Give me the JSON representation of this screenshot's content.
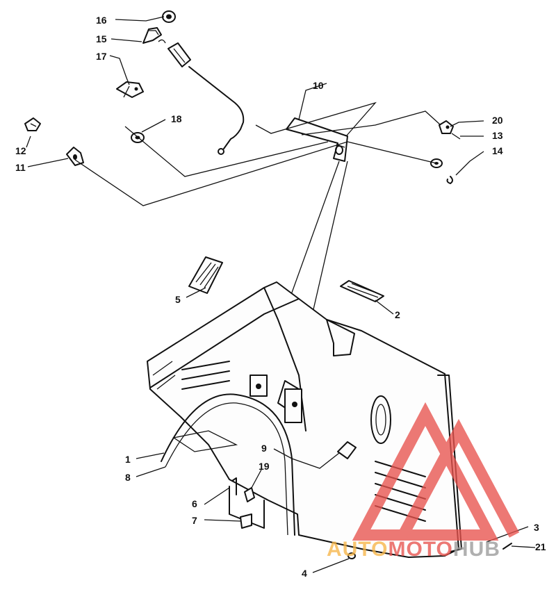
{
  "diagram": {
    "callouts": [
      "1",
      "2",
      "3",
      "4",
      "5",
      "6",
      "7",
      "8",
      "9",
      "10",
      "11",
      "12",
      "13",
      "14",
      "15",
      "16",
      "17",
      "18",
      "19",
      "20",
      "21"
    ]
  },
  "watermark": {
    "text_part1": "AUTO",
    "text_part2": "MOTO",
    "text_part3": "HUB",
    "color_orange": "#f7b648",
    "color_red": "#e8534e",
    "color_gray": "#9a9a9a"
  }
}
